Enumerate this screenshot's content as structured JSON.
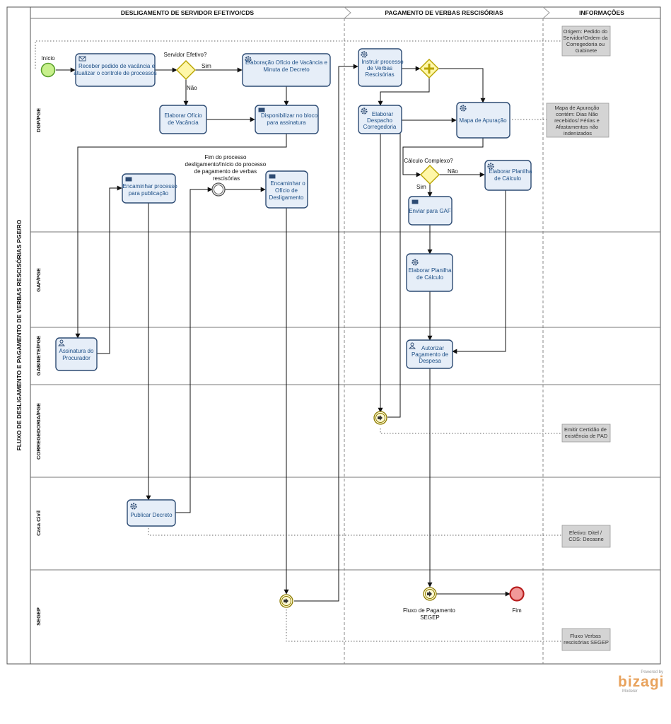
{
  "pool": {
    "title": "FLUXO  DE DESLIGAMENTO  E PAGAMENTO DE VERBAS RESCISÓRIAS PGE/RO"
  },
  "phases": [
    {
      "id": "ph1",
      "label": "DESLIGAMENTO DE SERVIDOR EFETIVO/CDS"
    },
    {
      "id": "ph2",
      "label": "PAGAMENTO DE VERBAS RESCISÓRIAS"
    },
    {
      "id": "ph3",
      "label": "INFORMAÇÕES"
    }
  ],
  "lanes": [
    {
      "id": "l1",
      "label": "DGP/PGE"
    },
    {
      "id": "l2",
      "label": "GAF/PGE"
    },
    {
      "id": "l3",
      "label": "GABINETE/PGE"
    },
    {
      "id": "l4",
      "label": "CORREGEDORIA/PGE"
    },
    {
      "id": "l5",
      "label": "Casa Civil"
    },
    {
      "id": "l6",
      "label": "SEGEP"
    }
  ],
  "tasks": [
    {
      "id": "t1",
      "icon": "envelope-icon",
      "lines": [
        "Receber pedido de vacância e",
        "atualizar o controle de processos"
      ]
    },
    {
      "id": "t2",
      "icon": "gear-icon",
      "lines": [
        "Elaboração Ofício de Vacância e",
        "Minuta de Decreto"
      ]
    },
    {
      "id": "t3",
      "icon": "none",
      "lines": [
        "Elaborar Ofício",
        "de Vacância"
      ]
    },
    {
      "id": "t4",
      "icon": "envelope-icon",
      "lines": [
        "Disponibilizar no bloco",
        "para assinatura"
      ]
    },
    {
      "id": "t5",
      "icon": "envelope-icon",
      "lines": [
        "Encaminhar processo",
        "para publicação"
      ]
    },
    {
      "id": "t6",
      "icon": "envelope-icon",
      "lines": [
        "Encaminhar o",
        "Ofício de",
        "Desligamento"
      ]
    },
    {
      "id": "t7",
      "icon": "user-icon",
      "lines": [
        "Assinatura do",
        "Procurador"
      ]
    },
    {
      "id": "t8",
      "icon": "gear-icon",
      "lines": [
        "Publicar Decreto"
      ]
    },
    {
      "id": "t9",
      "icon": "gear-icon",
      "lines": [
        "Instruir processo",
        "de Verbas",
        "Rescisórias"
      ]
    },
    {
      "id": "t10",
      "icon": "gear-icon",
      "lines": [
        "Elaborar",
        "Despacho",
        "Corregedoria"
      ]
    },
    {
      "id": "t11",
      "icon": "gear-icon",
      "lines": [
        "Mapa de Apuração"
      ]
    },
    {
      "id": "t12",
      "icon": "gear-icon",
      "lines": [
        "Elaborar Planilha",
        "de Cálculo"
      ]
    },
    {
      "id": "t13",
      "icon": "envelope-icon",
      "lines": [
        "Enviar para GAF"
      ]
    },
    {
      "id": "t14",
      "icon": "gear-icon",
      "lines": [
        "Elaborar Planilha",
        "de Cálculo"
      ]
    },
    {
      "id": "t15",
      "icon": "user-icon",
      "lines": [
        "Autorizar",
        "Pagamento de",
        "Despesa"
      ]
    }
  ],
  "events": [
    {
      "id": "e_start",
      "label": "Início"
    },
    {
      "id": "e_mid",
      "lines": [
        "Fim do processo",
        "desligamento/Início do processo",
        "de pagamento de verbas",
        "rescisórias"
      ]
    },
    {
      "id": "e_segep2",
      "lines": [
        "Fluxo de Pagamento",
        "SEGEP"
      ]
    },
    {
      "id": "e_end",
      "label": "Fim"
    }
  ],
  "gateways": [
    {
      "id": "g1",
      "label": "Servidor Efetivo?"
    },
    {
      "id": "g2",
      "label": "Cálculo Complexo?"
    }
  ],
  "flow_labels": {
    "g1_yes": "Sim",
    "g1_no": "Não",
    "g2_yes": "Sim",
    "g2_no": "Não"
  },
  "annotations": [
    {
      "id": "n1",
      "lines": [
        "Origem: Pedido do",
        "Servidor/Ordem da",
        "Corregedoria ou",
        "Gabinete"
      ]
    },
    {
      "id": "n2",
      "lines": [
        "Mapa de Apuração",
        "contém: Dias Não",
        "recebidos/ Férias e",
        "Afastamentos não",
        "indenizados"
      ]
    },
    {
      "id": "n3",
      "lines": [
        "Emitir Certidão de",
        "existência de PAD"
      ]
    },
    {
      "id": "n4",
      "lines": [
        "Efetivo: Ditel /",
        "CDS: Decasne"
      ]
    },
    {
      "id": "n5",
      "lines": [
        "Fluxo Verbas",
        "rescisórias SEGEP"
      ]
    }
  ],
  "branding": {
    "powered": "Powered by",
    "logo": "bizagi",
    "product": "Modeler"
  },
  "colors": {
    "task_fill": "#e6eef8",
    "task_stroke": "#2d4b73",
    "task_text": "#1d4f86",
    "gateway_fill": "#fff7a8",
    "gateway_stroke": "#b9a400",
    "start_fill": "#c8f08c",
    "start_stroke": "#5aa02c",
    "end_fill": "#f19999",
    "end_stroke": "#b81f1f",
    "event_fill": "#fffbd6",
    "event_stroke": "#8c7a00",
    "annotation_fill": "#d4d4d4",
    "brand": "#e8a25c"
  }
}
